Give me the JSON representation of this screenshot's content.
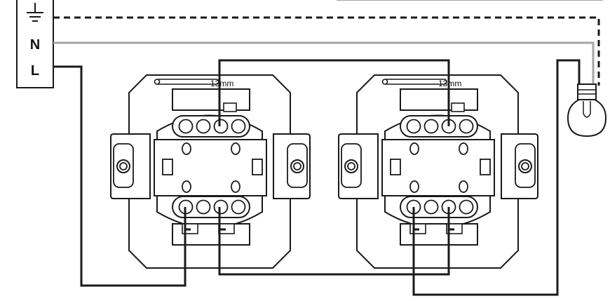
{
  "terminal_block": {
    "earth_symbol": "earth-ground-icon",
    "neutral_label": "N",
    "live_label": "L"
  },
  "switches": [
    {
      "strip_length_label": "13mm"
    },
    {
      "strip_length_label": "13mm"
    }
  ],
  "lamp": {
    "icon": "light-bulb-icon"
  },
  "colors": {
    "wire": "#1a1a1a",
    "neutral_wire": "#a6a6a6",
    "outline": "#1a1a1a",
    "fill": "#ffffff"
  }
}
